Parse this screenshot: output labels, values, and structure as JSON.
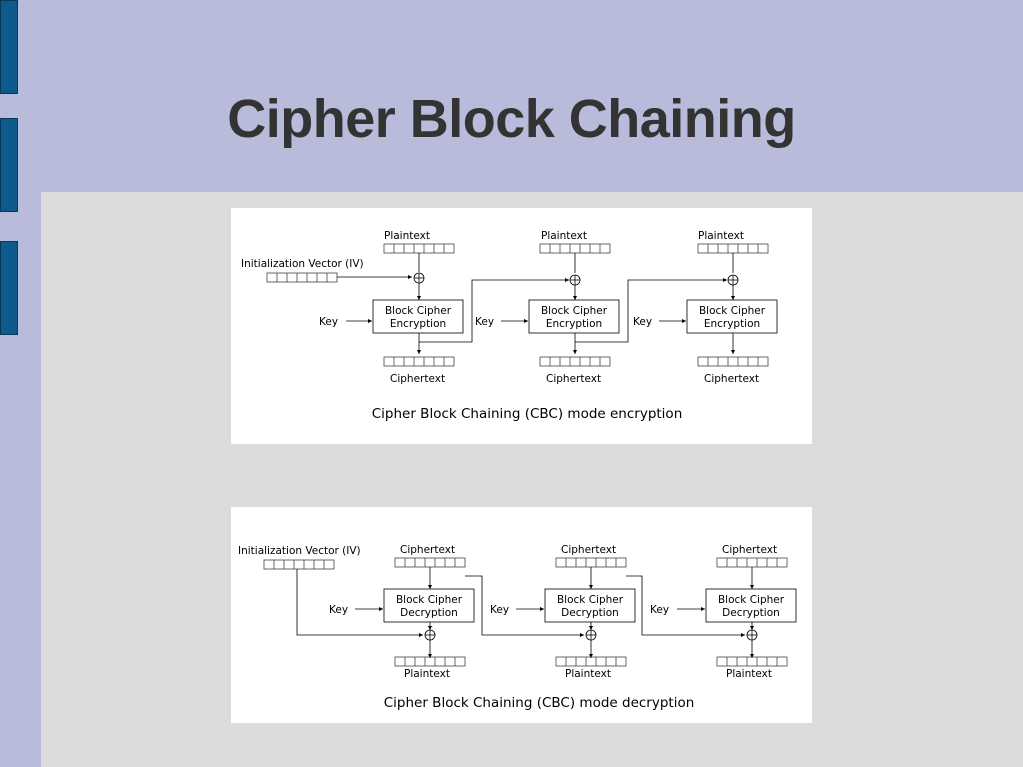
{
  "slide": {
    "title": "Cipher Block Chaining"
  },
  "encryption": {
    "caption": "Cipher Block Chaining (CBC) mode encryption",
    "iv_label": "Initialization Vector (IV)",
    "plaintext_label": "Plaintext",
    "ciphertext_label": "Ciphertext",
    "key_label": "Key",
    "block_line1": "Block Cipher",
    "block_line2": "Encryption"
  },
  "decryption": {
    "caption": "Cipher Block Chaining (CBC) mode decryption",
    "iv_label": "Initialization Vector (IV)",
    "plaintext_label": "Plaintext",
    "ciphertext_label": "Ciphertext",
    "key_label": "Key",
    "block_line1": "Block Cipher",
    "block_line2": "Decryption"
  },
  "colors": {
    "slide_background": "#b8bbd9",
    "content_background": "#dcdcdc",
    "sidebar_accent": "#0e5a8a",
    "title_text": "#333333"
  }
}
